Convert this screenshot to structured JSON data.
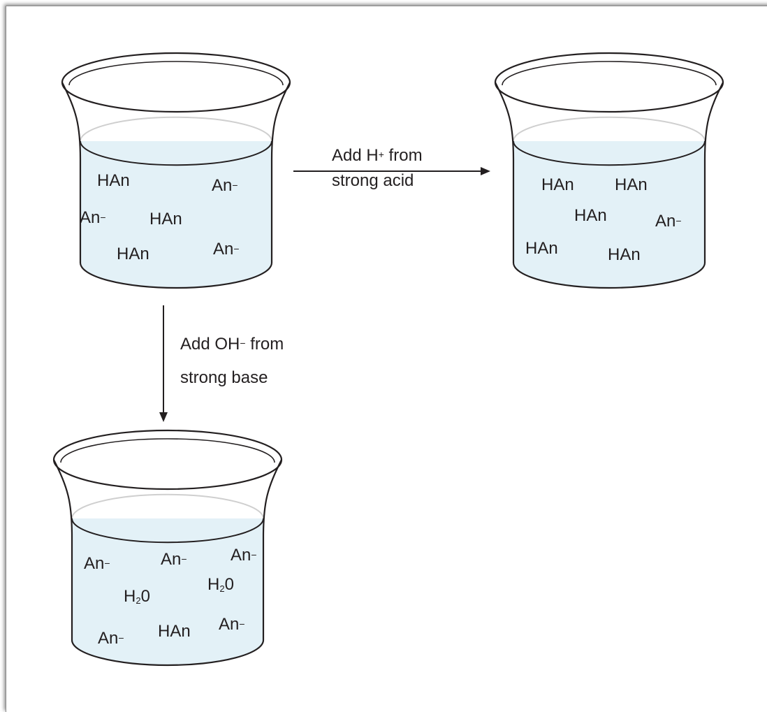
{
  "colors": {
    "liquid": "#e3f1f7",
    "outline": "#231f20",
    "text": "#231f20"
  },
  "beakers": [
    {
      "name": "initial",
      "species": [
        {
          "base": "HAn",
          "charge": "",
          "sub": ""
        },
        {
          "base": "An",
          "charge": "−",
          "sub": ""
        },
        {
          "base": "An",
          "charge": "−",
          "sub": ""
        },
        {
          "base": "HAn",
          "charge": "",
          "sub": ""
        },
        {
          "base": "HAn",
          "charge": "",
          "sub": ""
        },
        {
          "base": "An",
          "charge": "−",
          "sub": ""
        }
      ]
    },
    {
      "name": "after-acid",
      "species": [
        {
          "base": "HAn",
          "charge": "",
          "sub": ""
        },
        {
          "base": "HAn",
          "charge": "",
          "sub": ""
        },
        {
          "base": "HAn",
          "charge": "",
          "sub": ""
        },
        {
          "base": "An",
          "charge": "−",
          "sub": ""
        },
        {
          "base": "HAn",
          "charge": "",
          "sub": ""
        },
        {
          "base": "HAn",
          "charge": "",
          "sub": ""
        }
      ]
    },
    {
      "name": "after-base",
      "species": [
        {
          "base": "An",
          "charge": "−",
          "sub": ""
        },
        {
          "base": "An",
          "charge": "−",
          "sub": ""
        },
        {
          "base": "An",
          "charge": "−",
          "sub": ""
        },
        {
          "base": "H",
          "charge": "",
          "sub": "2",
          "tail": "0"
        },
        {
          "base": "H",
          "charge": "",
          "sub": "2",
          "tail": "0"
        },
        {
          "base": "An",
          "charge": "−",
          "sub": ""
        },
        {
          "base": "HAn",
          "charge": "",
          "sub": ""
        },
        {
          "base": "An",
          "charge": "−",
          "sub": ""
        }
      ]
    }
  ],
  "arrows": {
    "acid": {
      "line1_pre": "Add H",
      "line1_sup": "+",
      "line1_post": " from",
      "line2": "strong acid"
    },
    "base": {
      "line1_pre": "Add OH",
      "line1_sup": "−",
      "line1_post": " from",
      "line2": "strong base"
    }
  }
}
